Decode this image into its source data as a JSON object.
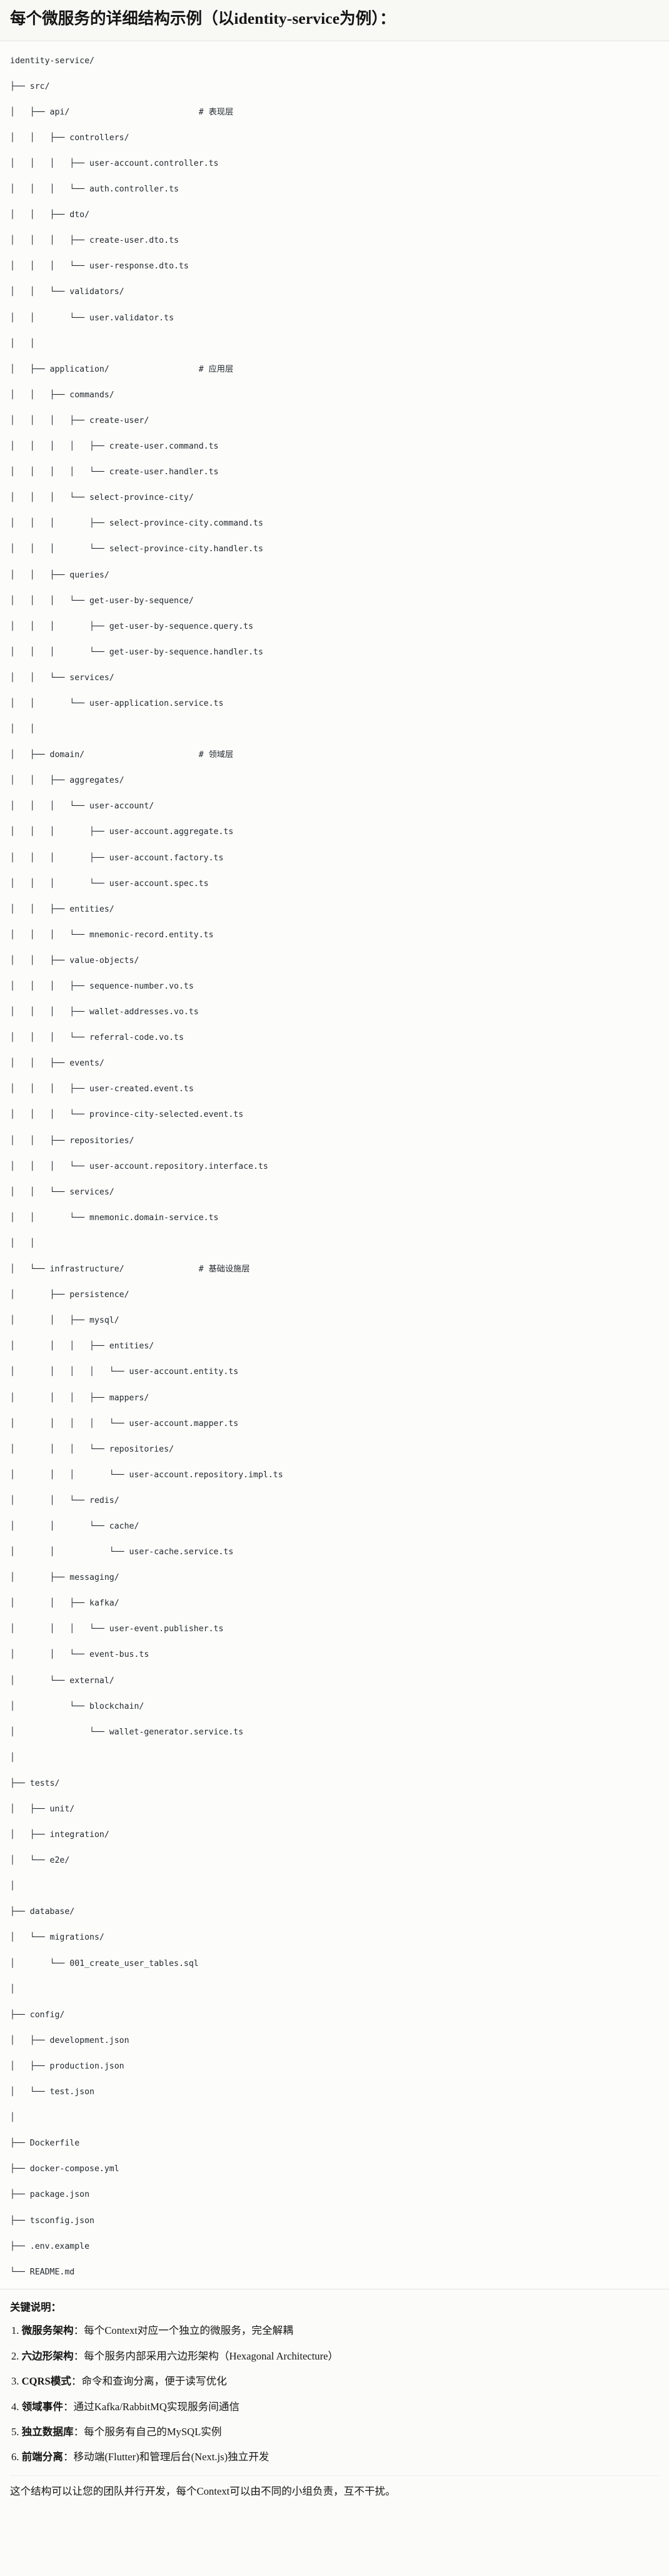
{
  "header": {
    "title": "每个微服务的详细结构示例（以identity-service为例）："
  },
  "tree": {
    "root_label": "identity-service/",
    "lines": [
      "identity-service/",
      "├── src/",
      "│   ├── api/                          # 表现层",
      "│   │   ├── controllers/",
      "│   │   │   ├── user-account.controller.ts",
      "│   │   │   └── auth.controller.ts",
      "│   │   ├── dto/",
      "│   │   │   ├── create-user.dto.ts",
      "│   │   │   └── user-response.dto.ts",
      "│   │   └── validators/",
      "│   │       └── user.validator.ts",
      "│   │",
      "│   ├── application/                  # 应用层",
      "│   │   ├── commands/",
      "│   │   │   ├── create-user/",
      "│   │   │   │   ├── create-user.command.ts",
      "│   │   │   │   └── create-user.handler.ts",
      "│   │   │   └── select-province-city/",
      "│   │   │       ├── select-province-city.command.ts",
      "│   │   │       └── select-province-city.handler.ts",
      "│   │   ├── queries/",
      "│   │   │   └── get-user-by-sequence/",
      "│   │   │       ├── get-user-by-sequence.query.ts",
      "│   │   │       └── get-user-by-sequence.handler.ts",
      "│   │   └── services/",
      "│   │       └── user-application.service.ts",
      "│   │",
      "│   ├── domain/                       # 领域层",
      "│   │   ├── aggregates/",
      "│   │   │   └── user-account/",
      "│   │   │       ├── user-account.aggregate.ts",
      "│   │   │       ├── user-account.factory.ts",
      "│   │   │       └── user-account.spec.ts",
      "│   │   ├── entities/",
      "│   │   │   └── mnemonic-record.entity.ts",
      "│   │   ├── value-objects/",
      "│   │   │   ├── sequence-number.vo.ts",
      "│   │   │   ├── wallet-addresses.vo.ts",
      "│   │   │   └── referral-code.vo.ts",
      "│   │   ├── events/",
      "│   │   │   ├── user-created.event.ts",
      "│   │   │   └── province-city-selected.event.ts",
      "│   │   ├── repositories/",
      "│   │   │   └── user-account.repository.interface.ts",
      "│   │   └── services/",
      "│   │       └── mnemonic.domain-service.ts",
      "│   │",
      "│   └── infrastructure/               # 基础设施层",
      "│       ├── persistence/",
      "│       │   ├── mysql/",
      "│       │   │   ├── entities/",
      "│       │   │   │   └── user-account.entity.ts",
      "│       │   │   ├── mappers/",
      "│       │   │   │   └── user-account.mapper.ts",
      "│       │   │   └── repositories/",
      "│       │   │       └── user-account.repository.impl.ts",
      "│       │   └── redis/",
      "│       │       └── cache/",
      "│       │           └── user-cache.service.ts",
      "│       ├── messaging/",
      "│       │   ├── kafka/",
      "│       │   │   └── user-event.publisher.ts",
      "│       │   └── event-bus.ts",
      "│       └── external/",
      "│           └── blockchain/",
      "│               └── wallet-generator.service.ts",
      "│",
      "├── tests/",
      "│   ├── unit/",
      "│   ├── integration/",
      "│   └── e2e/",
      "│",
      "├── database/",
      "│   └── migrations/",
      "│       └── 001_create_user_tables.sql",
      "│",
      "├── config/",
      "│   ├── development.json",
      "│   ├── production.json",
      "│   └── test.json",
      "│",
      "├── Dockerfile",
      "├── docker-compose.yml",
      "├── package.json",
      "├── tsconfig.json",
      "├── .env.example",
      "└── README.md"
    ],
    "layer_comments": [
      "# 表现层",
      "# 应用层",
      "# 领域层",
      "# 基础设施层"
    ]
  },
  "notes": {
    "heading": "关键说明：",
    "items": [
      {
        "term": "微服务架构",
        "desc": "：每个Context对应一个独立的微服务，完全解耦"
      },
      {
        "term": "六边形架构",
        "desc": "：每个服务内部采用六边形架构（Hexagonal Architecture）"
      },
      {
        "term": "CQRS模式",
        "desc": "：命令和查询分离，便于读写优化"
      },
      {
        "term": "领域事件",
        "desc": "：通过Kafka/RabbitMQ实现服务间通信"
      },
      {
        "term": "独立数据库",
        "desc": "：每个服务有自己的MySQL实例"
      },
      {
        "term": "前端分离",
        "desc": "：移动端(Flutter)和管理后台(Next.js)独立开发"
      }
    ],
    "footer": "这个结构可以让您的团队并行开发，每个Context可以由不同的小组负责，互不干扰。"
  }
}
